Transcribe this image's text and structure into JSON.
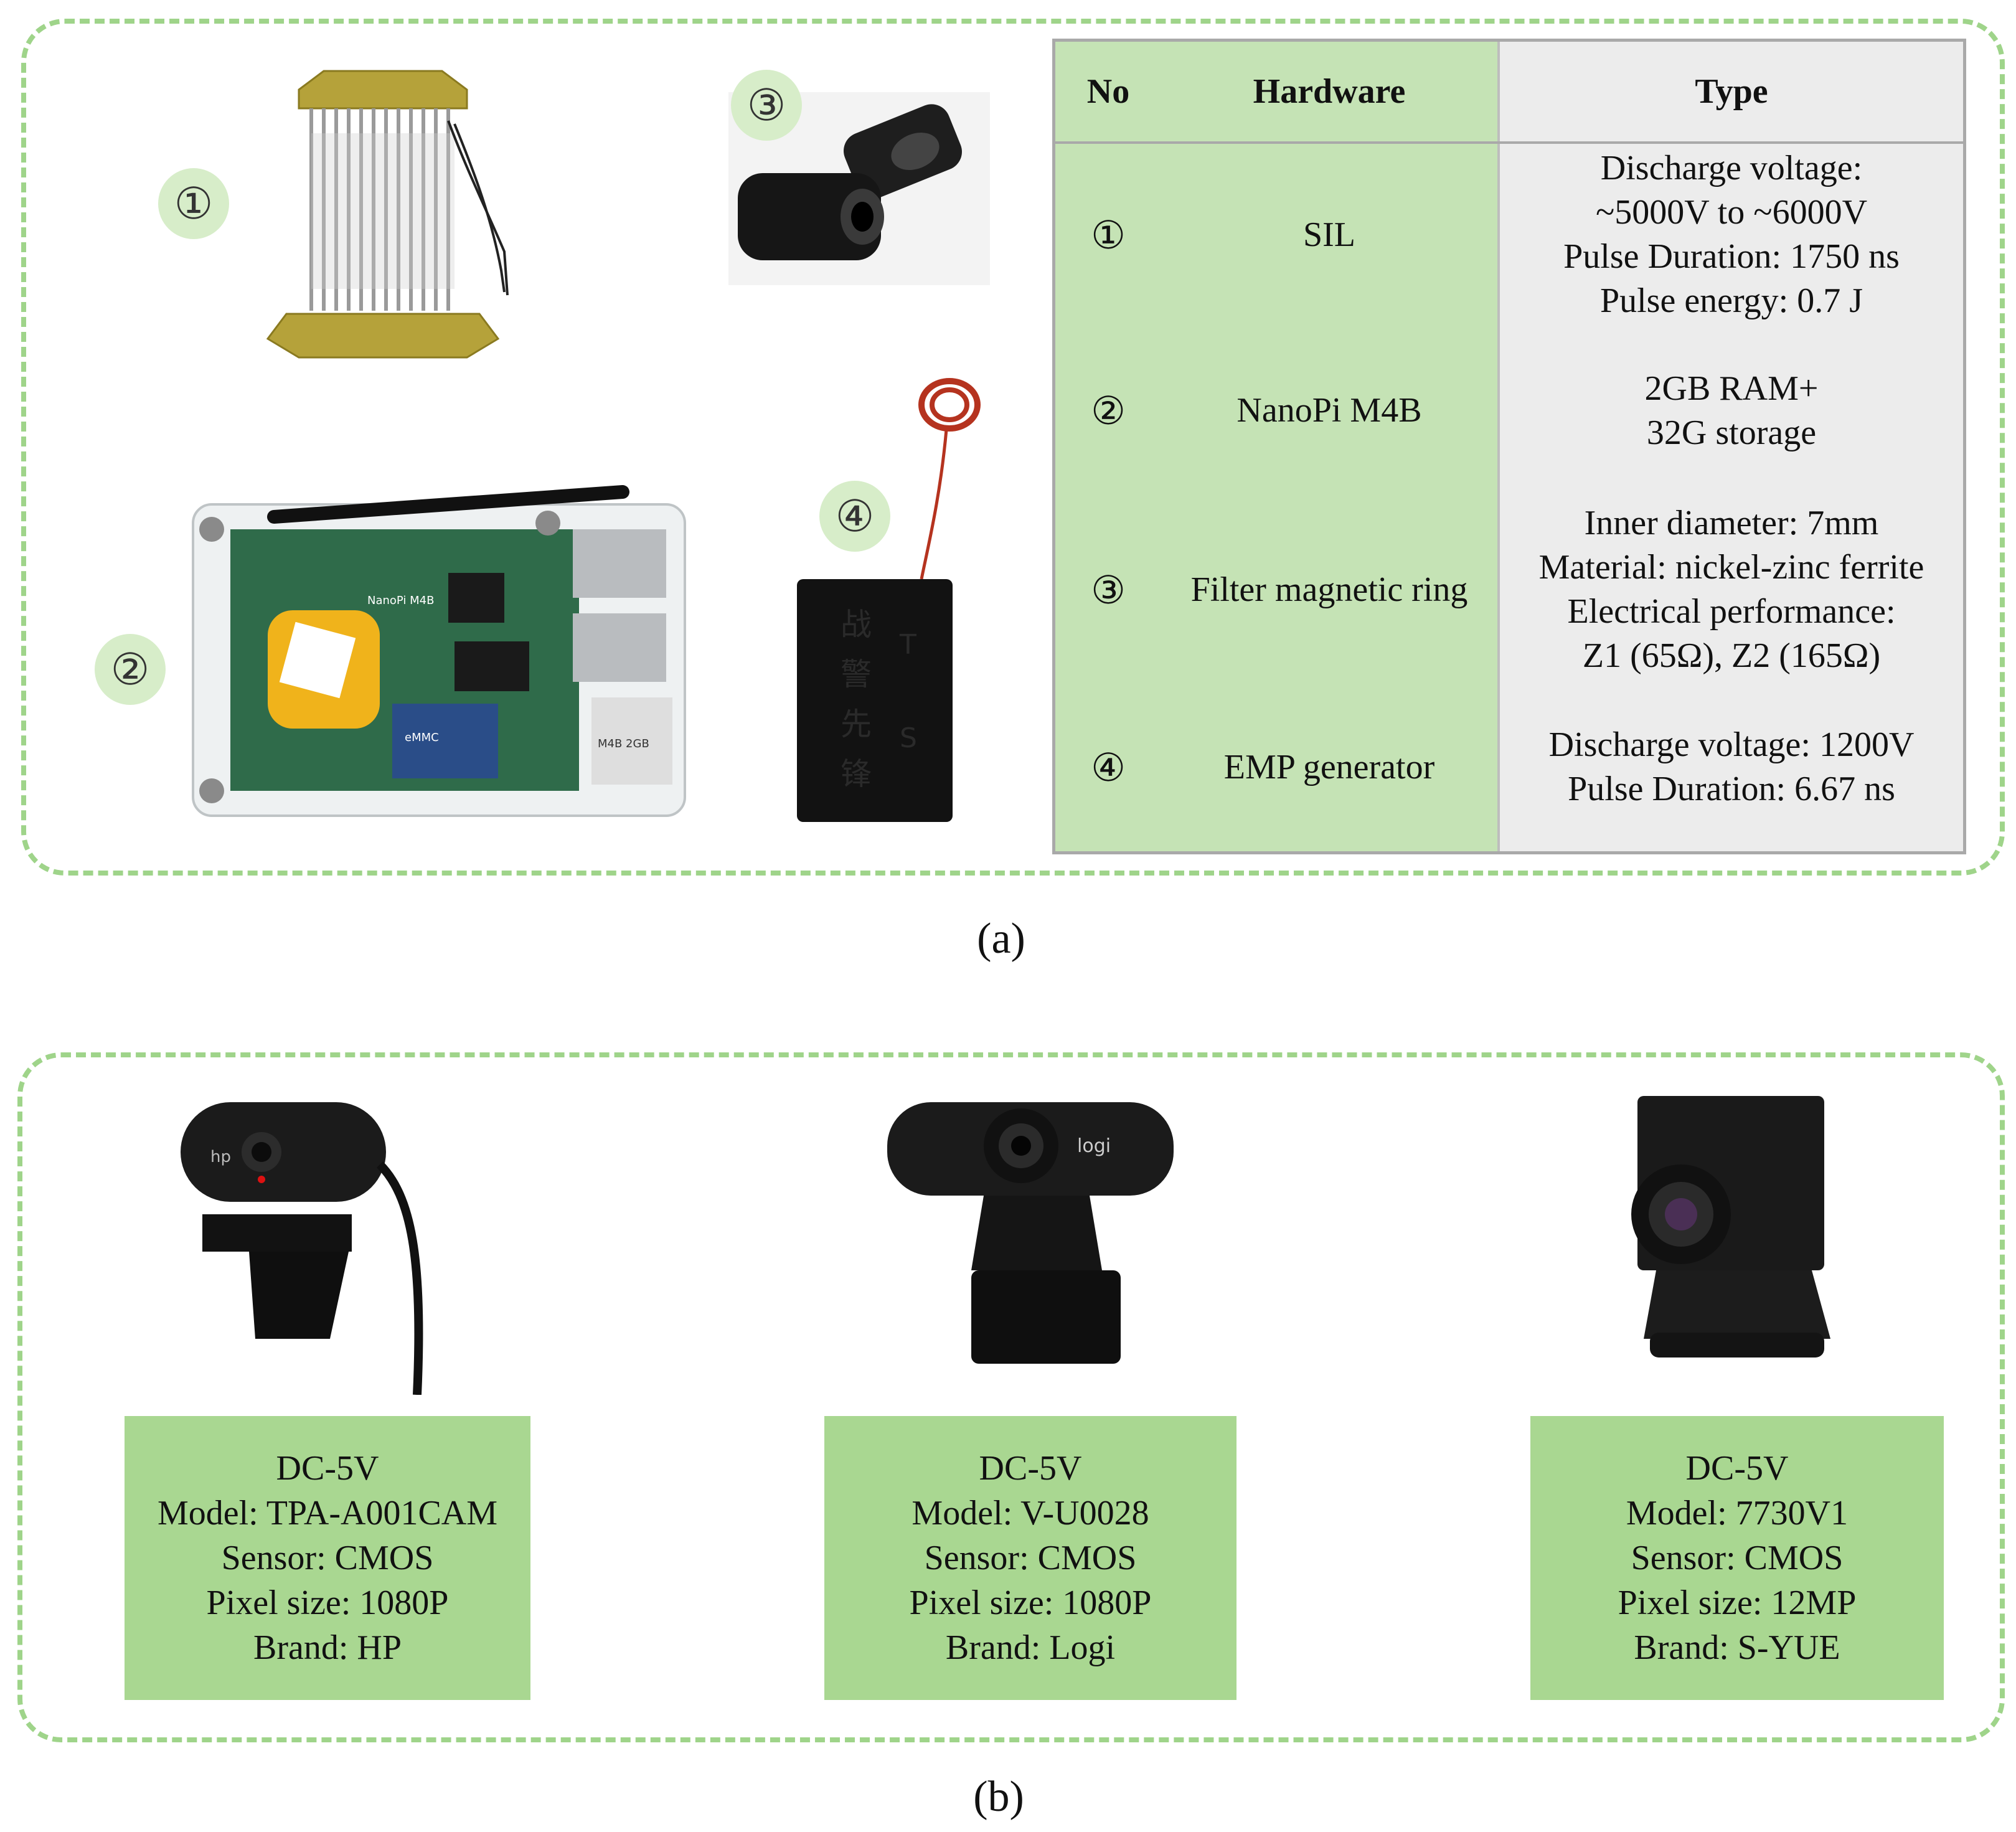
{
  "panel_a": {
    "caption": "(a)",
    "badges": [
      "①",
      "②",
      "③",
      "④"
    ],
    "table": {
      "headers": {
        "no": "No",
        "hardware": "Hardware",
        "type": "Type"
      },
      "rows": [
        {
          "no": "①",
          "hardware": "SIL",
          "type": [
            "Discharge voltage:",
            "~5000V to ~6000V",
            "Pulse Duration: 1750 ns",
            "Pulse energy: 0.7 J"
          ]
        },
        {
          "no": "②",
          "hardware": "NanoPi M4B",
          "type": [
            "2GB RAM+",
            "32G storage"
          ]
        },
        {
          "no": "③",
          "hardware": "Filter magnetic ring",
          "type": [
            "Inner diameter: 7mm",
            "Material: nickel-zinc ferrite",
            "Electrical performance:",
            "Z1 (65Ω), Z2 (165Ω)"
          ]
        },
        {
          "no": "④",
          "hardware": "EMP generator",
          "type": [
            "Discharge voltage: 1200V",
            "Pulse Duration: 6.67 ns"
          ]
        }
      ]
    },
    "board_labels": {
      "board_name": "NanoPi M4B",
      "emmc": "eMMC",
      "chip": "M4B 2GB"
    },
    "emp_text": [
      "战",
      "警",
      "先",
      "锋"
    ],
    "emp_side": [
      "T",
      "S"
    ]
  },
  "panel_b": {
    "caption": "(b)",
    "cameras": [
      {
        "brand_mark": "hp",
        "lines": [
          "DC-5V",
          "Model: TPA-A001CAM",
          "Sensor: CMOS",
          "Pixel size: 1080P",
          "Brand: HP"
        ]
      },
      {
        "brand_mark": "logi",
        "lines": [
          "DC-5V",
          "Model: V-U0028",
          "Sensor: CMOS",
          "Pixel size: 1080P",
          "Brand: Logi"
        ]
      },
      {
        "brand_mark": "",
        "lines": [
          "DC-5V",
          "Model: 7730V1",
          "Sensor: CMOS",
          "Pixel size: 12MP",
          "Brand: S-YUE"
        ]
      }
    ]
  },
  "colors": {
    "dash": "#9fd48a",
    "badge": "#d7edc9",
    "table_green": "#c5e3b5",
    "table_grey": "#ececec",
    "spec_green": "#a9d791"
  }
}
